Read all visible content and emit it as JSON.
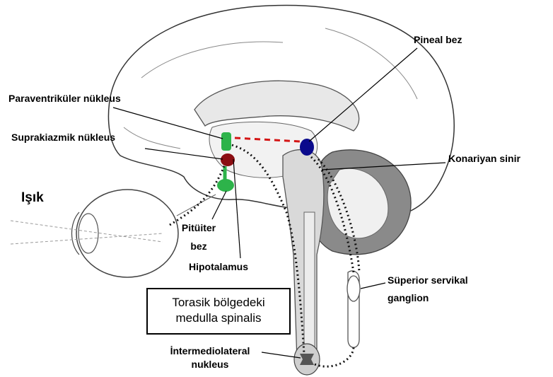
{
  "labels": {
    "pineal": "Pineal bez",
    "paraventricular": "Paraventriküler nükleus",
    "suprachiasmatic": "Suprakiazmik nükleus",
    "conarian": "Konariyan sinir",
    "light": "Işık",
    "pituitary_line1": "Pitüiter",
    "pituitary_line2": "bez",
    "hypothalamus": "Hipotalamus",
    "ganglion_line1": "Süperior servikal",
    "ganglion_line2": "ganglion",
    "box_line1": "Torasik bölgedeki",
    "box_line2": "medulla spinalis",
    "intermediolateral_line1": "İntermediolateral",
    "intermediolateral_line2": "nukleus"
  },
  "colors": {
    "suprachiasmatic": "#8b0d12",
    "paraventricular": "#2db34a",
    "pituitary": "#2db34a",
    "pineal": "#0a0a8c",
    "pathway_red": "#d41515"
  }
}
